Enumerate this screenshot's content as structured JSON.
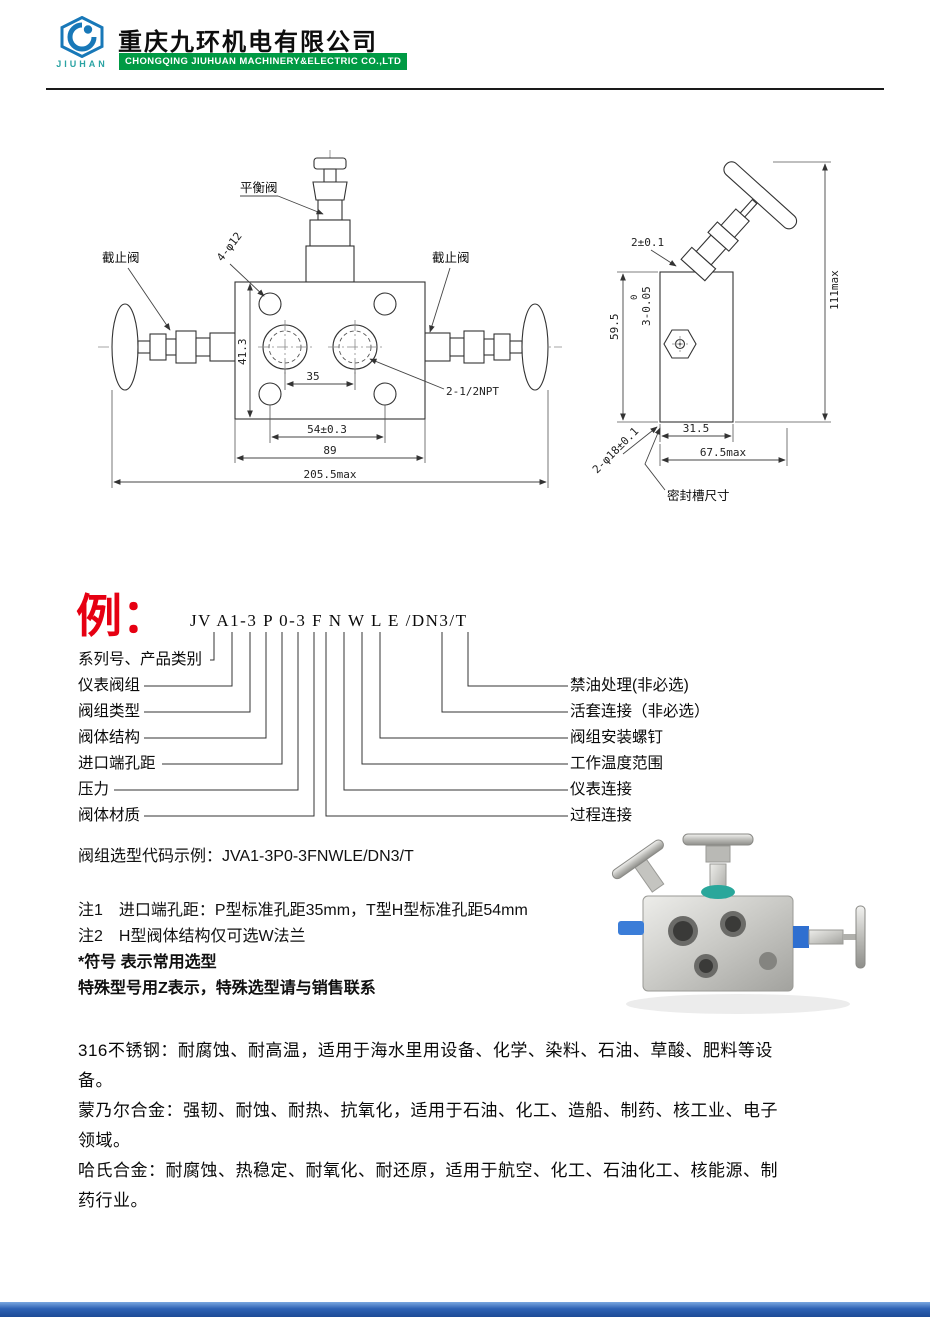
{
  "header": {
    "logo_text": "JIUHAN",
    "company_name_cn": "重庆九环机电有限公司",
    "company_name_en": "CHONGQING JIUHUAN MACHINERY&ELECTRIC CO.,LTD"
  },
  "front_view": {
    "balance_valve_label": "平衡阀",
    "stop_valve_left_label": "截止阀",
    "stop_valve_right_label": "截止阀",
    "hole_callout": "4-φ12",
    "dim_height": "41.3",
    "dim_port_spacing": "35",
    "port_thread_callout": "2-1/2NPT",
    "dim_mount_spacing": "54±0.3",
    "dim_body_width": "89",
    "dim_overall_width": "205.5max"
  },
  "side_view": {
    "dim_groove": "2±0.1",
    "tol_upper": "0",
    "tol_main": "3-0.05",
    "dim_body_height": "59.5",
    "dim_overall_height": "111max",
    "dim_body_depth": "31.5",
    "dim_overall_depth": "67.5max",
    "hole_callout": "2-φ18±0.1",
    "seal_groove_label": "密封槽尺寸"
  },
  "example": {
    "prefix": "例：",
    "code": "JV A1-3 P 0-3 F N W L E /DN3/T",
    "left_labels": [
      "系列号、产品类别",
      "仪表阀组",
      "阀组类型",
      "阀体结构",
      "进口端孔距",
      "压力",
      "阀体材质"
    ],
    "right_labels": [
      "禁油处理(非必选)",
      "活套连接（非必选）",
      "阀组安装螺钉",
      "工作温度范围",
      "仪表连接",
      "过程连接"
    ]
  },
  "notes": {
    "code_example": "阀组选型代码示例：JVA1-3P0-3FNWLE/DN3/T",
    "note1": "注1　进口端孔距：P型标准孔距35mm，T型H型标准孔距54mm",
    "note2": "注2　H型阀体结构仅可选W法兰",
    "note3": "*符号 表示常用选型",
    "note4": "特殊型号用Z表示，特殊选型请与销售联系"
  },
  "materials": {
    "m1": "316不锈钢：耐腐蚀、耐高温，适用于海水里用设备、化学、染料、石油、草酸、肥料等设备。",
    "m2": "蒙乃尔合金：强韧、耐蚀、耐热、抗氧化，适用于石油、化工、造船、制药、核工业、电子领域。",
    "m3": "哈氏合金：耐腐蚀、热稳定、耐氧化、耐还原，适用于航空、化工、石油化工、核能源、制药行业。"
  },
  "colors": {
    "accent_red": "#e60012",
    "logo_blue": "#1878b8",
    "logo_teal": "#2aa3a3",
    "brand_green": "#009a44",
    "footer_blue": "#2e62b4"
  }
}
